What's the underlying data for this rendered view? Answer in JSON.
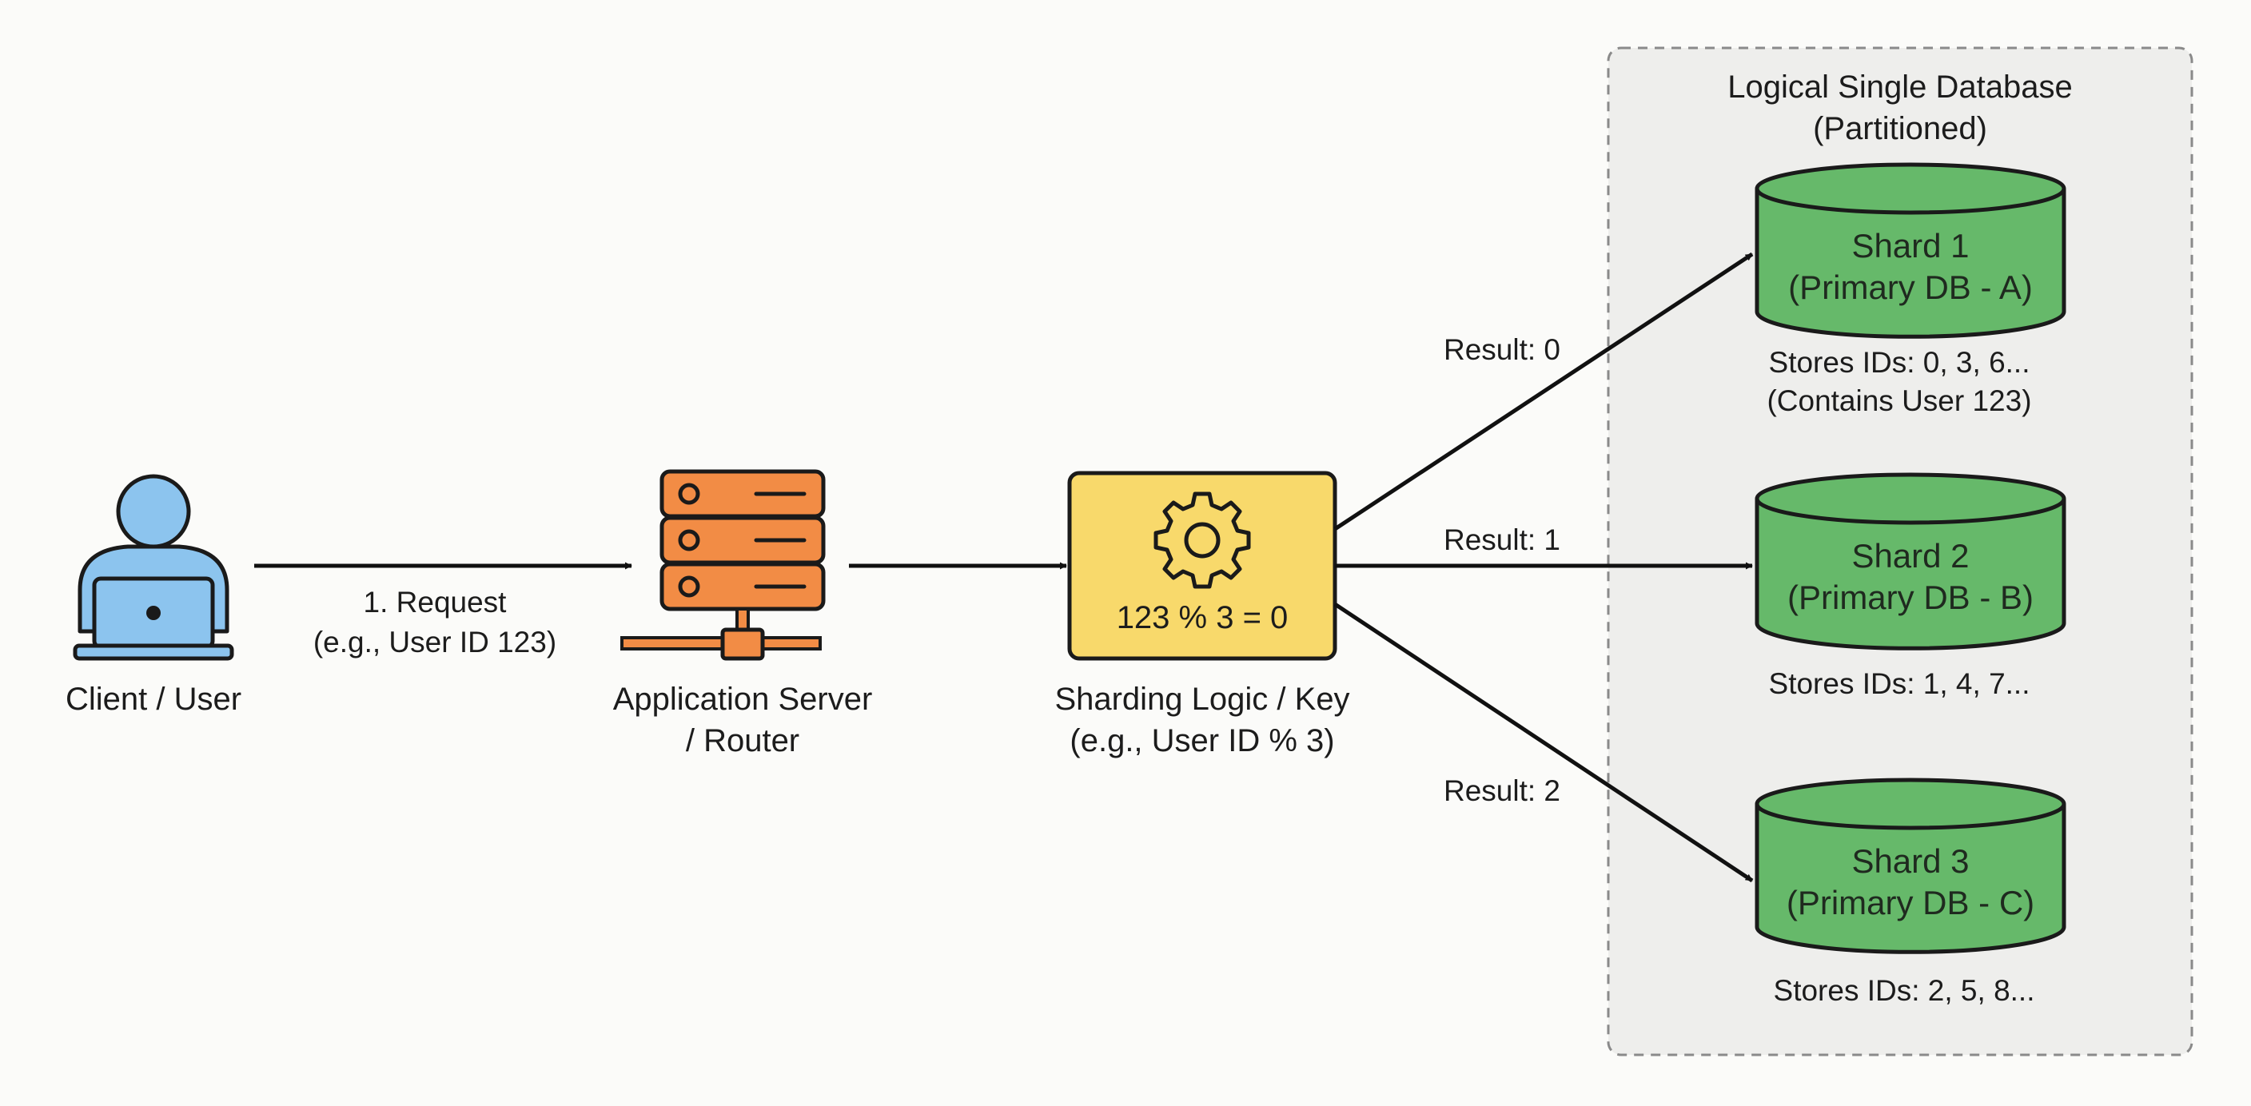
{
  "client": {
    "label": "Client / User"
  },
  "request": {
    "line1": "1. Request",
    "line2": "(e.g., User ID 123)"
  },
  "app_server": {
    "line1": "Application Server",
    "line2": "/ Router"
  },
  "sharding": {
    "box_text": "123 % 3 = 0",
    "line1": "Sharding Logic / Key",
    "line2": "(e.g., User ID % 3)"
  },
  "results": {
    "r0": "Result: 0",
    "r1": "Result: 1",
    "r2": "Result: 2"
  },
  "database": {
    "title_line1": "Logical Single Database",
    "title_line2": "(Partitioned)"
  },
  "shards": [
    {
      "name": "Shard 1",
      "sub": "(Primary DB - A)",
      "stores": "Stores IDs: 0, 3, 6...",
      "note": "(Contains User 123)"
    },
    {
      "name": "Shard 2",
      "sub": "(Primary DB - B)",
      "stores": "Stores IDs: 1, 4, 7..."
    },
    {
      "name": "Shard 3",
      "sub": "(Primary DB - C)",
      "stores": "Stores IDs: 2, 5, 8..."
    }
  ],
  "colors": {
    "client_blue": "#8cc4ee",
    "server_orange": "#f28c45",
    "logic_yellow": "#f8d96b",
    "shard_green": "#66b96a",
    "db_panel": "#eeeeec"
  },
  "icons": [
    "user-laptop-icon",
    "server-rack-icon",
    "gear-icon",
    "database-cylinder-icon"
  ]
}
